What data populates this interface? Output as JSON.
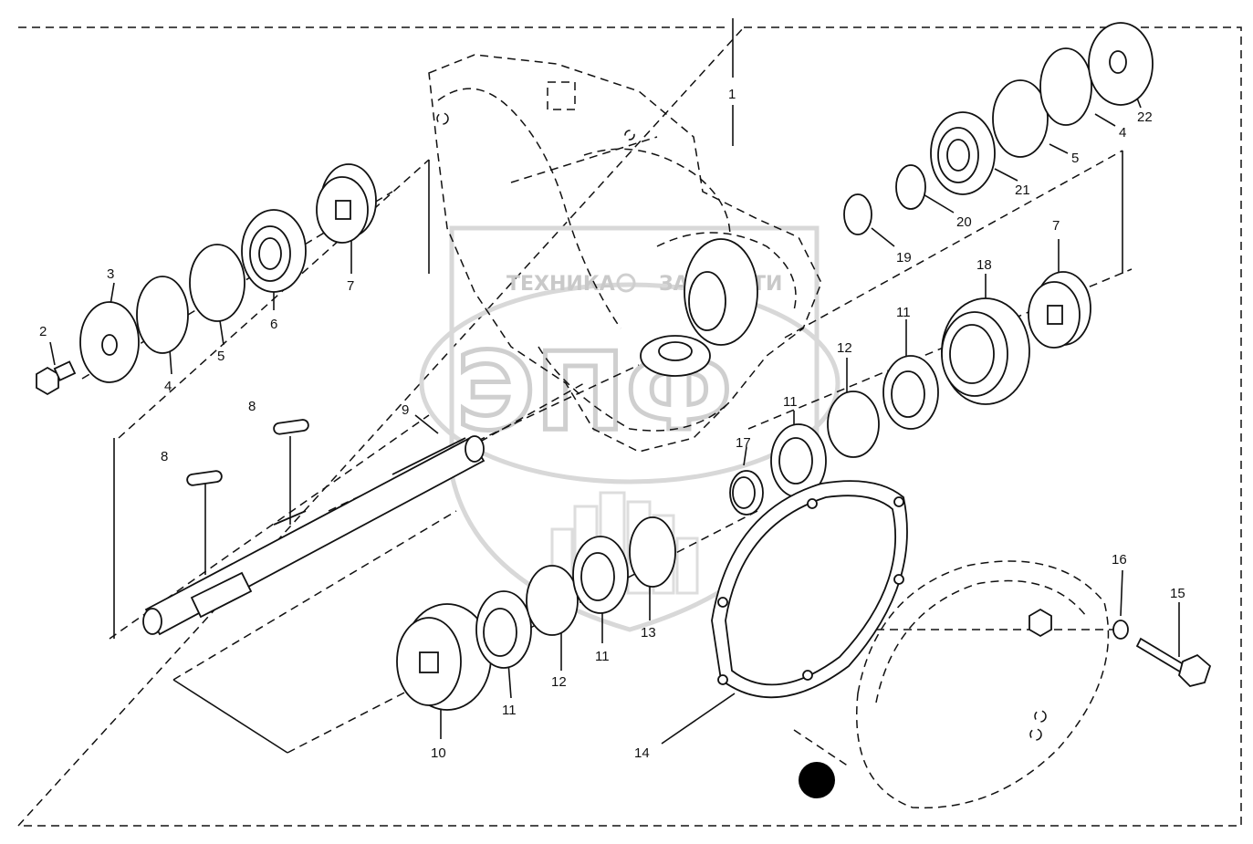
{
  "watermark": {
    "left_word": "ТЕХНИКА",
    "right_word": "ЗАПЧАСТИ",
    "logo_letters": "ЭПФ"
  },
  "callouts": [
    {
      "id": "c1",
      "label": "1"
    },
    {
      "id": "c2",
      "label": "2"
    },
    {
      "id": "c3",
      "label": "3"
    },
    {
      "id": "c4a",
      "label": "4"
    },
    {
      "id": "c4b",
      "label": "4"
    },
    {
      "id": "c5a",
      "label": "5"
    },
    {
      "id": "c5b",
      "label": "5"
    },
    {
      "id": "c6",
      "label": "6"
    },
    {
      "id": "c7a",
      "label": "7"
    },
    {
      "id": "c7b",
      "label": "7"
    },
    {
      "id": "c8a",
      "label": "8"
    },
    {
      "id": "c8b",
      "label": "8"
    },
    {
      "id": "c9",
      "label": "9"
    },
    {
      "id": "c10",
      "label": "10"
    },
    {
      "id": "c11a",
      "label": "11"
    },
    {
      "id": "c11b",
      "label": "11"
    },
    {
      "id": "c11c",
      "label": "11"
    },
    {
      "id": "c11d",
      "label": "11"
    },
    {
      "id": "c12a",
      "label": "12"
    },
    {
      "id": "c12b",
      "label": "12"
    },
    {
      "id": "c13",
      "label": "13"
    },
    {
      "id": "c14",
      "label": "14"
    },
    {
      "id": "c15",
      "label": "15"
    },
    {
      "id": "c16",
      "label": "16"
    },
    {
      "id": "c17",
      "label": "17"
    },
    {
      "id": "c18",
      "label": "18"
    },
    {
      "id": "c19",
      "label": "19"
    },
    {
      "id": "c20",
      "label": "20"
    },
    {
      "id": "c21",
      "label": "21"
    },
    {
      "id": "c22",
      "label": "22"
    }
  ]
}
